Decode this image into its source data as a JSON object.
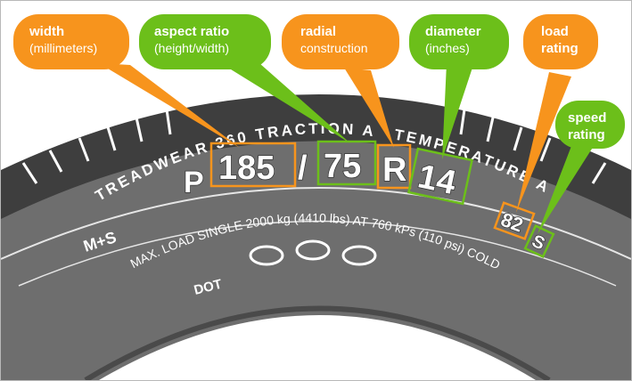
{
  "colors": {
    "orange": "#f7941d",
    "green": "#6cbf1a",
    "tire": "#6e6e6e",
    "tire_dark": "#4a4a4a",
    "tread": "#3e3e3e"
  },
  "tire": {
    "treadwear": "TREADWEAR 360",
    "traction": "TRACTION A",
    "temperature": "TEMPERATURE A",
    "ms_mark": "M+S",
    "load_line": "MAX. LOAD SINGLE 2000 kg (4410 lbs) AT 760 kPs (110 psi) COLD",
    "dot": "DOT",
    "size": {
      "prefix": "P",
      "width": "185",
      "slash": "/",
      "aspect": "75",
      "radial": "R",
      "diameter": "14"
    },
    "load_index": "82",
    "speed_symbol": "S"
  },
  "callouts": {
    "width": {
      "title": "width",
      "subtitle": "(millimeters)"
    },
    "aspect": {
      "title": "aspect ratio",
      "subtitle": "(height/width)"
    },
    "radial": {
      "title": "radial",
      "subtitle": "construction"
    },
    "diameter": {
      "title": "diameter",
      "subtitle": "(inches)"
    },
    "load": {
      "title": "load",
      "subtitle": "rating"
    },
    "speed": {
      "title": "speed",
      "subtitle": "rating"
    }
  }
}
